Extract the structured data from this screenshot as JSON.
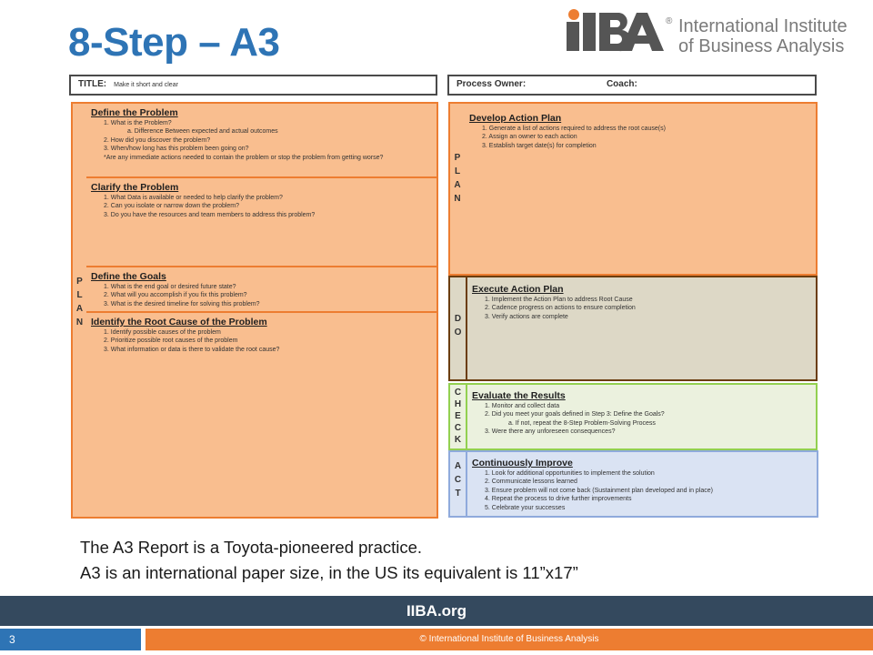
{
  "slide_title": "8-Step – A3",
  "logo": {
    "mark_text": "IIBA",
    "reg": "®",
    "name_line1": "International Institute",
    "name_line2": "of Business Analysis"
  },
  "header": {
    "title_label": "TITLE:",
    "title_hint": "Make it short and clear",
    "owner_label": "Process Owner:",
    "coach_label": "Coach:"
  },
  "left": {
    "side_letters": [
      "P",
      "L",
      "A",
      "N"
    ],
    "define_problem": {
      "title": "Define the Problem",
      "items": [
        "1.  What is the Problem?",
        "2.  How did you discover the problem?",
        "3.  When/how long has this problem been going on?"
      ],
      "sub": "a.  Difference Between expected and actual outcomes",
      "note": "*Are any immediate actions needed to contain the problem or stop the problem from getting worse?"
    },
    "clarify_problem": {
      "title": "Clarify the Problem",
      "items": [
        "1.  What Data is available or needed to help clarify the problem?",
        "2.  Can you isolate or narrow down the problem?",
        "3.  Do you have the resources  and team members to address this problem?"
      ]
    },
    "define_goals": {
      "title": "Define the Goals",
      "items": [
        "1.  What is the end goal or desired future state?",
        "2.  What will you accomplish if you fix this problem?",
        "3.  What is the desired timeline for solving this problem?"
      ]
    },
    "root_cause": {
      "title": "Identify the Root Cause of the Problem",
      "items": [
        "1.  Identify possible causes of the problem",
        "2.  Prioritize  possible root causes of the problem",
        "3.  What information or data is there to validate the root cause?"
      ]
    }
  },
  "right": {
    "plan": {
      "letters": [
        "P",
        "L",
        "A",
        "N"
      ],
      "title": "Develop Action Plan",
      "items": [
        "1.  Generate a list of actions required to address the root cause(s)",
        "2.  Assign an owner to each action",
        "3.  Establish target date(s) for completion"
      ]
    },
    "do": {
      "letters": [
        "D",
        "O"
      ],
      "title": "Execute Action Plan",
      "items": [
        "1.  Implement the Action Plan to address Root Cause",
        "2.  Cadence progress on actions to ensure completion",
        "3.  Verify actions are complete"
      ]
    },
    "check": {
      "letters": [
        "C",
        "H",
        "E",
        "C",
        "K"
      ],
      "title": "Evaluate the Results",
      "items": [
        "1.  Monitor and collect data",
        "2.  Did you meet your goals defined in Step 3: Define the Goals?",
        "3.  Were there any unforeseen consequences?"
      ],
      "sub": "a.  If not, repeat the 8-Step Problem-Solving Process"
    },
    "act": {
      "letters": [
        "A",
        "C",
        "T"
      ],
      "title": "Continuously Improve",
      "items": [
        "1.  Look for additional opportunities to implement the solution",
        "2.  Communicate lessons learned",
        "3.  Ensure problem will not come back (Sustainment  plan developed and in place)",
        "4.  Repeat the process to drive further improvements",
        "5.  Celebrate your successes"
      ]
    }
  },
  "notes": [
    "The A3 Report is a Toyota-pioneered practice.",
    "A3 is an international paper size, in the US its equivalent is 11”x17”"
  ],
  "footer": {
    "site": "IIBA.org",
    "page": "3",
    "copyright": "© International Institute of Business Analysis"
  },
  "colors": {
    "title_blue": "#2e74b5",
    "orange": "#ed7d31",
    "peach": "#f9be8f",
    "navy": "#34495e"
  }
}
